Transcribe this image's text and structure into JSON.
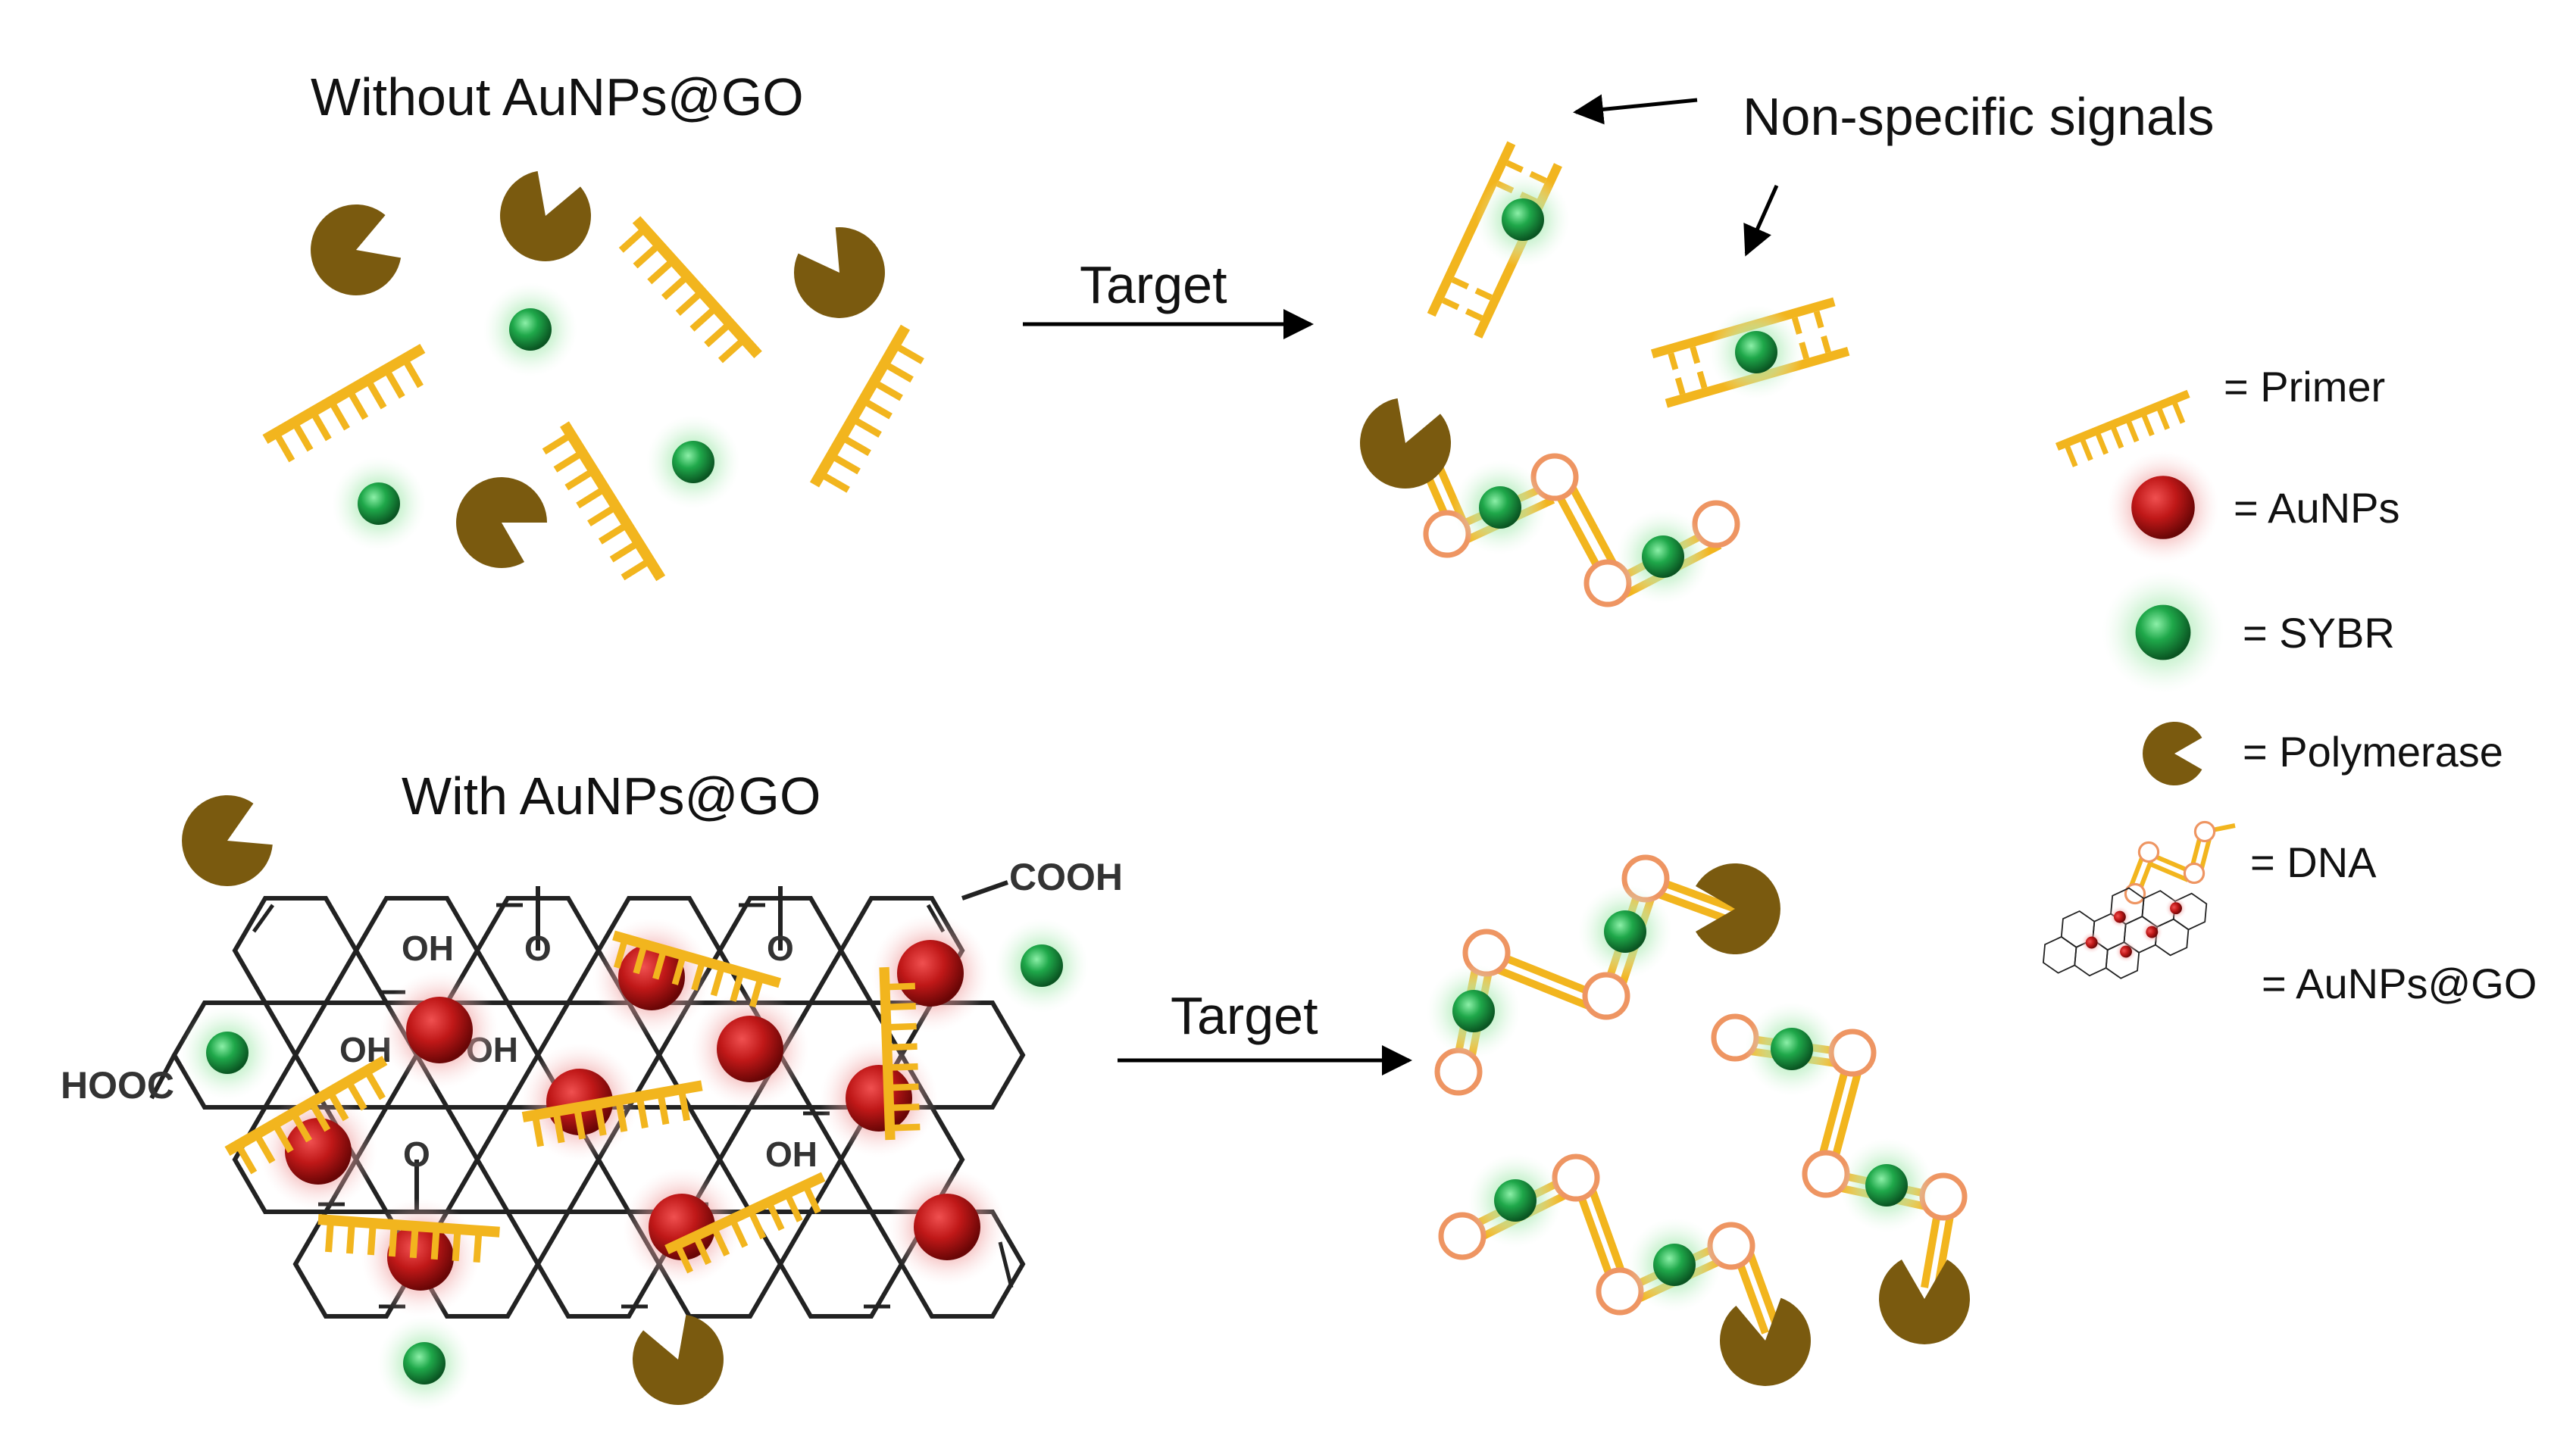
{
  "texts": {
    "without_title": "Without AuNPs@GO",
    "with_title": "With AuNPs@GO",
    "target_top": "Target",
    "target_bottom": "Target",
    "nonspecific": "Non-specific signals"
  },
  "legend": {
    "primer": "= Primer",
    "aunps": "= AuNPs",
    "sybr": "= SYBR",
    "polymerase": "= Polymerase",
    "dna": "= DNA",
    "aunps_go": "= AuNPs@GO"
  },
  "chem_labels": {
    "oh": "OH",
    "o": "O",
    "cooh": "COOH",
    "hooc": "HOOC"
  },
  "colors": {
    "primer": "#F2B51E",
    "polymerase": "#7A5A0F",
    "sybr": "#1FA84A",
    "aunp": "#C01818",
    "dna_node": "#EE9562",
    "graphene": "#222222"
  },
  "icons": [
    "primer-icon",
    "aunp-icon",
    "sybr-icon",
    "polymerase-icon",
    "dna-icon",
    "aunps-go-icon",
    "arrow-icon"
  ]
}
